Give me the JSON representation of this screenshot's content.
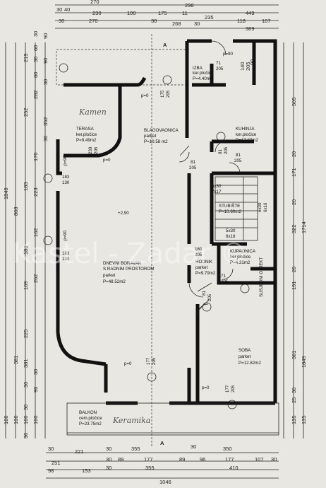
{
  "dimensions_top": {
    "row1": [
      "270",
      "298"
    ],
    "row2": [
      "30",
      "40",
      "230",
      "100",
      "175",
      "11",
      "235",
      "449"
    ],
    "row3": [
      "30",
      "270",
      "30",
      "268",
      "30",
      "389"
    ],
    "row4": [
      "118",
      "107"
    ]
  },
  "dimensions_bottom": {
    "row1": [
      "30",
      "221",
      "30",
      "355",
      "30",
      "350"
    ],
    "row2": [
      "251",
      "30",
      "89",
      "177",
      "89",
      "96",
      "177",
      "107",
      "30"
    ],
    "row3": [
      "98",
      "153",
      "30",
      "355",
      "410"
    ],
    "total": "1046"
  },
  "dimensions_left_outer": [
    "1849",
    "160",
    "381",
    "808",
    "160"
  ],
  "dimensions_left_mid": [
    "252",
    "183",
    "183",
    "109",
    "225",
    "381",
    "30",
    "30",
    "160",
    "30"
  ],
  "dimensions_left_inner": [
    "30",
    "219",
    "282",
    "60",
    "60",
    "30",
    "170",
    "223",
    "262",
    "162",
    "96",
    "160",
    "30"
  ],
  "dimensions_left_col": [
    "90",
    "30",
    "90",
    "352",
    "30"
  ],
  "dimensions_right": [
    "505",
    "171",
    "322",
    "1714",
    "191",
    "20",
    "20",
    "20",
    "361",
    "1849",
    "25",
    "30",
    "135",
    "135"
  ],
  "dimensions_right_top": [
    "90",
    "140",
    "205"
  ],
  "section_marks": [
    "A",
    "A"
  ],
  "elevation": "+2,90",
  "neighbour_label": "SUSJEDNI OBJEKT",
  "rooms": {
    "terasa": {
      "name": "TERASA",
      "floor": "ker.pločice",
      "area": "P=9.49m2"
    },
    "blagovaonica": {
      "name": "BLAGOVAONICA",
      "floor": "parket",
      "area": "P=10.58 m2"
    },
    "kuhinja": {
      "name": "KUHINJA",
      "floor": "ker.pločice",
      "area": "P=17.87m2"
    },
    "izba": {
      "name": "IZBA",
      "floor": "ker.pločice",
      "area": "P=4.40m2"
    },
    "stubiste": {
      "name": "STUBIŠTE",
      "floor": "",
      "area": "P=10.60m2"
    },
    "dnevni": {
      "name": "DNEVNI BORAVAK",
      "name2": "S RADNIM PROSTOROM",
      "floor": "parket",
      "area": "P=48.52m2"
    },
    "hodnik": {
      "name": "HODNIK",
      "floor": "parket",
      "area": "P=9.79m2"
    },
    "kupaonica": {
      "name": "KUPAONICA",
      "floor": "ker.pločice",
      "area": "P=4.31m2"
    },
    "soba": {
      "name": "SOBA",
      "floor": "parket",
      "area": "P=12.82m2"
    },
    "balkon": {
      "name": "BALKON",
      "floor": "cem.pločice",
      "area": "P=23.75m2"
    }
  },
  "openings": {
    "p0_labels": [
      "p=0",
      "p=0",
      "p=0",
      "p=0",
      "p=90",
      "p=90",
      "p=90"
    ],
    "terasa_door": [
      "230",
      "205"
    ],
    "blag_door": [
      "175",
      "205"
    ],
    "kuhinja_door1": [
      "81",
      "205"
    ],
    "kuhinja_door2": [
      "81",
      "205"
    ],
    "izba_door": [
      "71",
      "205"
    ],
    "stair_door": [
      "81",
      "205"
    ],
    "window_left1": [
      "183",
      "130"
    ],
    "window_left2": [
      "183",
      "130"
    ],
    "hodnik_door": [
      "160",
      "205"
    ],
    "kup_door": [
      "71",
      "205"
    ],
    "soba_door": [
      "81",
      "205"
    ],
    "balkon_door1": [
      "177",
      "205"
    ],
    "balkon_door2": [
      "177",
      "205"
    ],
    "stairs1": [
      "6x30",
      "7x17"
    ],
    "stairs2": [
      "5x30",
      "6x16"
    ],
    "stairs3": [
      "6x30",
      "6x16"
    ]
  },
  "handwriting": [
    "Kamen",
    "Keramika"
  ],
  "watermark": "Kastel - Zadar ©"
}
